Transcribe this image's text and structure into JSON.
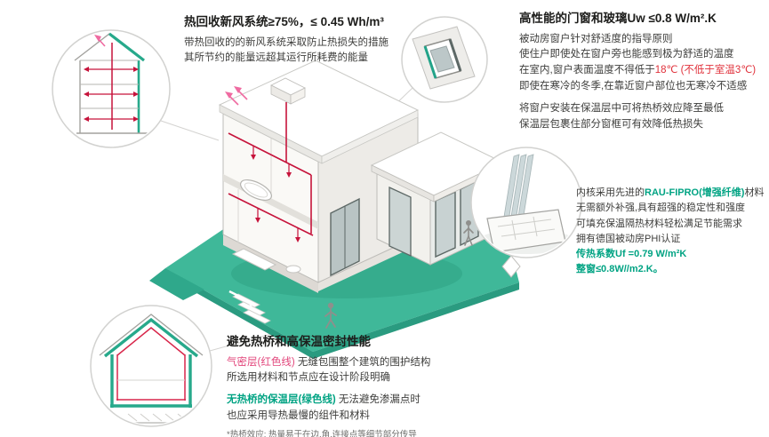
{
  "palette": {
    "teal_accent": "#27a98b",
    "platform_teal": "#3fb899",
    "duct_red": "#c6133b",
    "airtight_red": "#d8274b",
    "pink_arrow": "#ef6ba1",
    "green_text": "#00a383",
    "red_text": "#e0303a",
    "pink_text": "#e2457b",
    "title_text": "#1d1d1b",
    "body_text": "#3d3d3b"
  },
  "hrv": {
    "title": "热回收新风系统≥75%，≤ 0.45 Wh/m³",
    "line1": "带热回收的的新风系统采取防止热损失的措施",
    "line2": "其所节约的能量远超其运行所耗费的能量"
  },
  "windows": {
    "title": "高性能的门窗和玻璃Uw ≤0.8 W/m².K",
    "line1": "被动房窗户针对舒适度的指导原则",
    "line2": "使住户即使处在窗户旁也能感到极为舒适的温度",
    "line3_black": "在室内,窗户表面温度不得低于",
    "line3_red": "18℃ (不低于室温3℃)",
    "line4": "即使在寒冷的冬季,在靠近窗户部位也无寒冷不适感",
    "line5": "将窗户安装在保温层中可将热桥效应降至最低",
    "line6": "保温层包裹住部分窗框可有效降低热损失"
  },
  "profile": {
    "line1_pre": "内核采用先进的",
    "line1_green": "RAU-FIPRO(增强纤维)",
    "line1_post": "材料",
    "line2": "无需额外补强,具有超强的稳定性和强度",
    "line3": "可填充保温隔热材料轻松满足节能需求",
    "line4": "拥有德国被动房PHI认证",
    "line5": "传热系数Uf =0.79 W/m²K",
    "line6": "整窗≤0.8W//m2.K。"
  },
  "thermal": {
    "title": "避免热桥和高保温密封性能",
    "line1_pink": "气密层(红色线)",
    "line1_rest": " 无缝包围整个建筑的围护结构",
    "line2": "所选用材料和节点应在设计阶段明确",
    "line3_green": "无热桥的保温层(绿色线)",
    "line3_rest": " 无法避免渗漏点时",
    "line4": "也应采用导热最慢的组件和材料",
    "footnote": "*热桥效应: 热量易于在边,角,连接点等细节部分传导"
  }
}
